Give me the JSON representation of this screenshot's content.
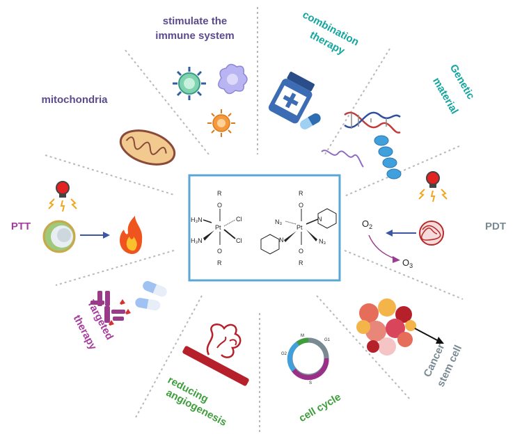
{
  "colors": {
    "purple_label": "#5b4a8c",
    "teal_label": "#13a5a0",
    "magenta_label": "#a63c9e",
    "gray_label": "#7a8a92",
    "green_label": "#3f9e3c",
    "center_border": "#5aa7d3",
    "divider": "#b8b8b8"
  },
  "labels": {
    "immune_1": "stimulate the",
    "immune_2": "immune system",
    "combo_1": "combination",
    "combo_2": "therapy",
    "genetic_1": "Genetic",
    "genetic_2": "material",
    "mito": "mitochondria",
    "ptt": "PTT",
    "pdt": "PDT",
    "targeted_1": "Targeted",
    "targeted_2": "therapy",
    "angio_1": "reducing",
    "angio_2": "angiogenesis",
    "cellcycle": "cell cycle",
    "csc_1": "Cancer",
    "csc_2": "stem cell"
  },
  "pdt": {
    "o2": "O",
    "o2_sub": "2",
    "o3": "O",
    "o3_sub": "3"
  },
  "cellcycle_phases": {
    "m": "M",
    "g1": "G1",
    "g2": "G2",
    "s": "S"
  },
  "chem": {
    "r": "R",
    "o": "O",
    "pt": "Pt",
    "cl": "Cl",
    "h3n": "H₃N",
    "n3": "N₃",
    "n": "N"
  },
  "icons": [
    "pill-bottle-icon",
    "capsule-icon",
    "dna-icon",
    "rna-icon",
    "antibody-icon",
    "dendritic-cell-icon",
    "t-cell-icon",
    "mitochondria-icon",
    "light-bulb-icon",
    "nanoparticle-icon",
    "flame-icon",
    "blood-vessel-icon",
    "tumor-cluster-icon"
  ]
}
